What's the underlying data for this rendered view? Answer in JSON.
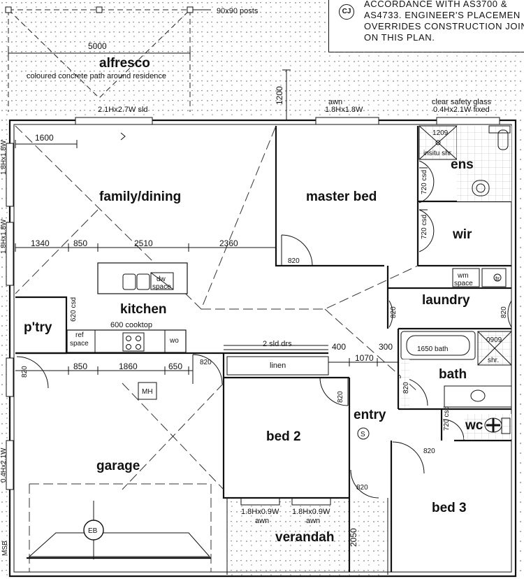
{
  "note": {
    "badge": "CJ",
    "lines": [
      "ACCORDANCE WITH AS3700 &",
      "AS4733. ENGINEER'S PLACEMEN",
      "OVERRIDES CONSTRUCTION JOIN",
      "ON THIS PLAN."
    ]
  },
  "rooms": {
    "alfresco": "alfresco",
    "alfresco_note": "coloured concrete path around residence",
    "family": "family/dining",
    "master": "master bed",
    "ens": "ens",
    "wir": "wir",
    "laundry": "laundry",
    "kitchen": "kitchen",
    "pantry": "p'try",
    "bath": "bath",
    "wc": "wc",
    "entry": "entry",
    "bed2": "bed 2",
    "bed3": "bed 3",
    "garage": "garage",
    "verandah": "verandah",
    "linen": "linen"
  },
  "labels": {
    "posts": "90x90 posts",
    "sld_alfresco": "2.1Hx2.7W sld",
    "awn": "awn",
    "awn_master": "1.8Hx1.8W",
    "clear_glass": "clear safety glass",
    "ens_fixed": "0.4Hx2.1W fixed",
    "shr_1209": "1209",
    "insitu": "insitu shr.",
    "csd_720": "720 csd",
    "wm_space": "wm",
    "space": "space",
    "tr": "tr",
    "dw": "dw",
    "bath_1650": "1650 bath",
    "shr_0909": "0909",
    "shr": "shr.",
    "cooktop": "600 cooktop",
    "ref": "ref",
    "wo": "wo",
    "csd_620": "620 csd",
    "sld_drs": "2 sld drs",
    "mh": "MH",
    "eb": "EB",
    "s": "S",
    "msb": "MSB",
    "ver_w1": "1.8Hx0.9W",
    "ver_w2": "1.8Hx0.9W",
    "left_w1": "1.8Hx1.8W",
    "left_w2": "1.8Hx1.8W",
    "left_w3": "0.4Hx2.1W"
  },
  "dims": {
    "d5000": "5000",
    "d1200": "1200",
    "d1600": "1600",
    "d1340": "1340",
    "d850a": "850",
    "d2510": "2510",
    "d2360": "2360",
    "d850b": "850",
    "d1860": "1860",
    "d650": "650",
    "d400": "400",
    "d300": "300",
    "d1070": "1070",
    "d2050": "2050",
    "d820": "820"
  }
}
